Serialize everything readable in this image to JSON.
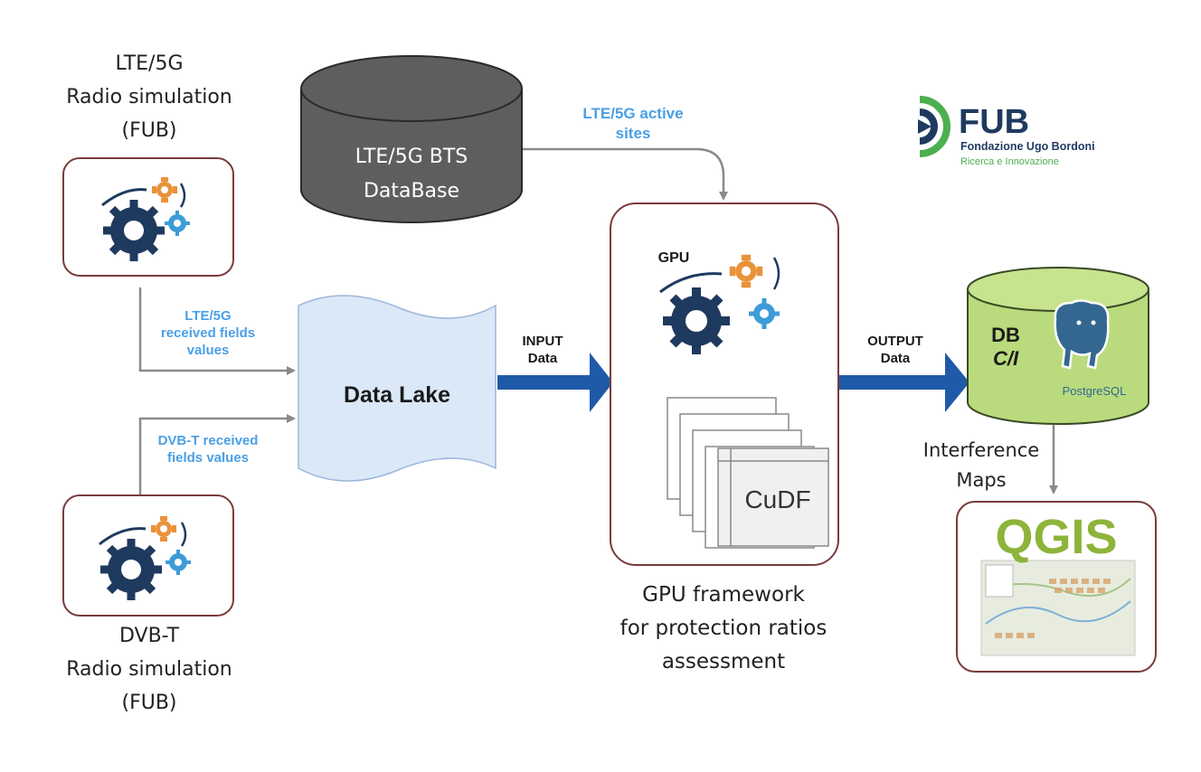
{
  "lte_sim": {
    "line1": "LTE/5G",
    "line2": "Radio simulation",
    "line3": "(FUB)"
  },
  "dvbt_sim": {
    "line1": "DVB-T",
    "line2": "Radio simulation",
    "line3": "(FUB)"
  },
  "database": {
    "line1": "LTE/5G BTS",
    "line2": "DataBase"
  },
  "active_sites": {
    "line1": "LTE/5G active",
    "line2": "sites"
  },
  "lte_fields": {
    "line1": "LTE/5G",
    "line2": "received fields",
    "line3": "values"
  },
  "dvbt_fields": {
    "line1": "DVB-T received",
    "line2": "fields values"
  },
  "data_lake": "Data Lake",
  "input_data": {
    "line1": "INPUT",
    "line2": "Data"
  },
  "output_data": {
    "line1": "OUTPUT",
    "line2": "Data"
  },
  "gpu_box": {
    "gpu_label": "GPU",
    "cudf_label": "CuDF"
  },
  "gpu_caption": {
    "line1": "GPU framework",
    "line2": "for protection ratios",
    "line3": "assessment"
  },
  "db_ci": {
    "line1": "DB",
    "line2": "C/I",
    "postgres": "PostgreSQL"
  },
  "interference": {
    "line1": "Interference",
    "line2": "Maps"
  },
  "qgis": "QGIS",
  "logo": {
    "name": "FUB",
    "subtitle": "Fondazione Ugo Bordoni",
    "tagline": "Ricerca e Innovazione"
  },
  "colors": {
    "navy": "#1f3a5f",
    "orange": "#e9923a",
    "cyan": "#3d9cd8",
    "arrow_blue": "#1f5aa8",
    "lake_fill": "#dbe8f8",
    "db_green": "#b9db7d",
    "db_gray": "#5e5e5e",
    "box_border": "#7a3b3b",
    "fub_green": "#4caf50"
  },
  "icons": [
    "gears-icon",
    "postgresql-elephant-icon",
    "qgis-map-icon",
    "fub-logo-icon"
  ]
}
